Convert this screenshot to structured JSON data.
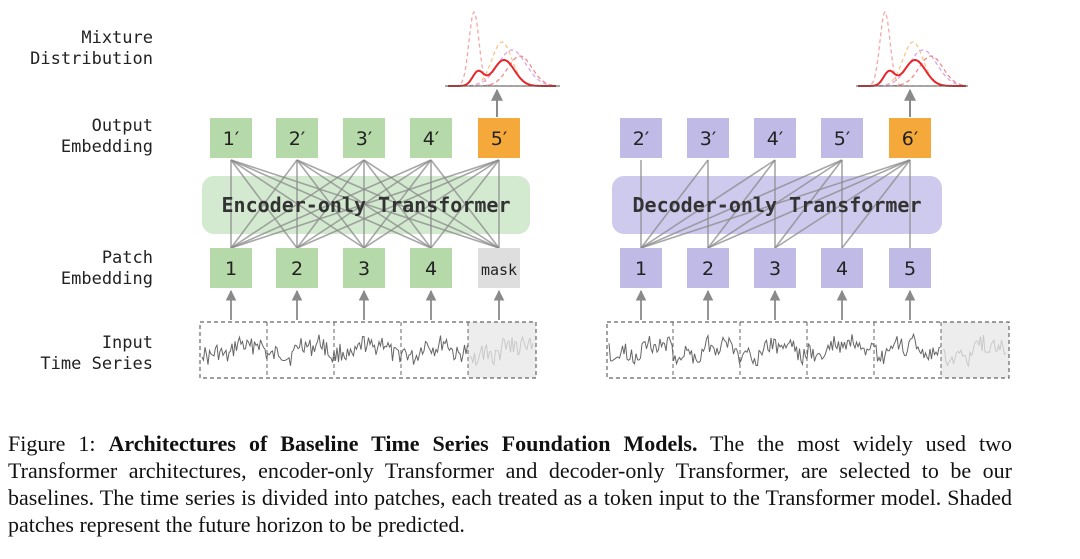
{
  "row_labels": {
    "mixture": [
      "Mixture",
      "Distribution"
    ],
    "output": [
      "Output",
      "Embedding"
    ],
    "patch": [
      "Patch",
      "Embedding"
    ],
    "input": [
      "Input",
      "Time Series"
    ]
  },
  "encoder": {
    "title": "Encoder-only Transformer",
    "outputs": [
      "1′",
      "2′",
      "3′",
      "4′",
      "5′"
    ],
    "patches": [
      "1",
      "2",
      "3",
      "4",
      "mask"
    ]
  },
  "decoder": {
    "title": "Decoder-only Transformer",
    "outputs": [
      "2′",
      "3′",
      "4′",
      "5′",
      "6′"
    ],
    "patches": [
      "1",
      "2",
      "3",
      "4",
      "5"
    ]
  },
  "colors": {
    "encoder_box": "#b5d9a8",
    "encoder_band": "#d3ead0",
    "decoder_box": "#bfbae6",
    "decoder_band": "#cdcaee",
    "predicted": "#f6a93b",
    "mask": "#dedede",
    "arrow": "#8a8a8a"
  },
  "caption": {
    "prefix": "Figure 1: ",
    "bold": "Architectures of Baseline Time Series Foundation Models.",
    "text": " The the most widely used two Transformer architectures, encoder-only Transformer and decoder-only Transformer, are selected to be our baselines. The time series is divided into patches, each treated as a token input to the Transformer model. Shaded patches represent the future horizon to be predicted."
  }
}
